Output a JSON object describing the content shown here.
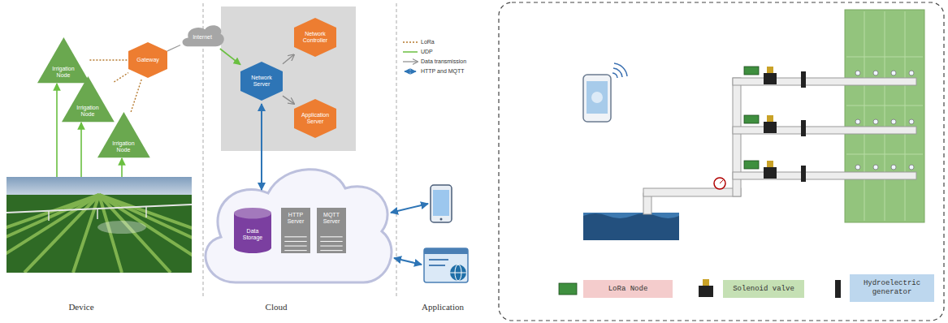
{
  "diagram": {
    "nodes": [
      {
        "text": [
          "Irrigation Node"
        ]
      },
      {
        "text": [
          "Irrigation Node"
        ]
      },
      {
        "text": [
          "Irrigation Node"
        ]
      },
      {
        "text": [
          "Gateway"
        ]
      },
      {
        "text": [
          "Internet"
        ]
      },
      {
        "text": [
          "Network Server"
        ]
      },
      {
        "text": [
          "Network Controller"
        ]
      },
      {
        "text": [
          "Application Server"
        ]
      },
      {
        "text": [
          "Data Storage"
        ]
      },
      {
        "text": [
          "HTTP Server"
        ]
      },
      {
        "text": [
          "MQTT Server"
        ]
      }
    ],
    "edges": [
      {
        "from": 0,
        "to": 3,
        "arrow": "none"
      },
      {
        "from": 1,
        "to": 3,
        "arrow": "none"
      },
      {
        "from": 2,
        "to": 3,
        "arrow": "none"
      },
      {
        "from": 3,
        "to": 4,
        "arrow": "none"
      },
      {
        "from": 4,
        "to": 5,
        "arrow": "to"
      },
      {
        "from": 5,
        "to": 6,
        "arrow": "to"
      },
      {
        "from": 5,
        "to": 7,
        "arrow": "to"
      }
    ],
    "labels": [
      "Device",
      "Cloud",
      "Application"
    ],
    "legend": [
      {
        "text": "LoRa"
      },
      {
        "text": "UDP"
      },
      {
        "text": "Data transmission"
      },
      {
        "text": "HTTP and MQTT"
      },
      {
        "text": "LoRa Node"
      },
      {
        "text": "Solenoid valve"
      },
      {
        "text": "Hydroelectric generator"
      }
    ]
  }
}
